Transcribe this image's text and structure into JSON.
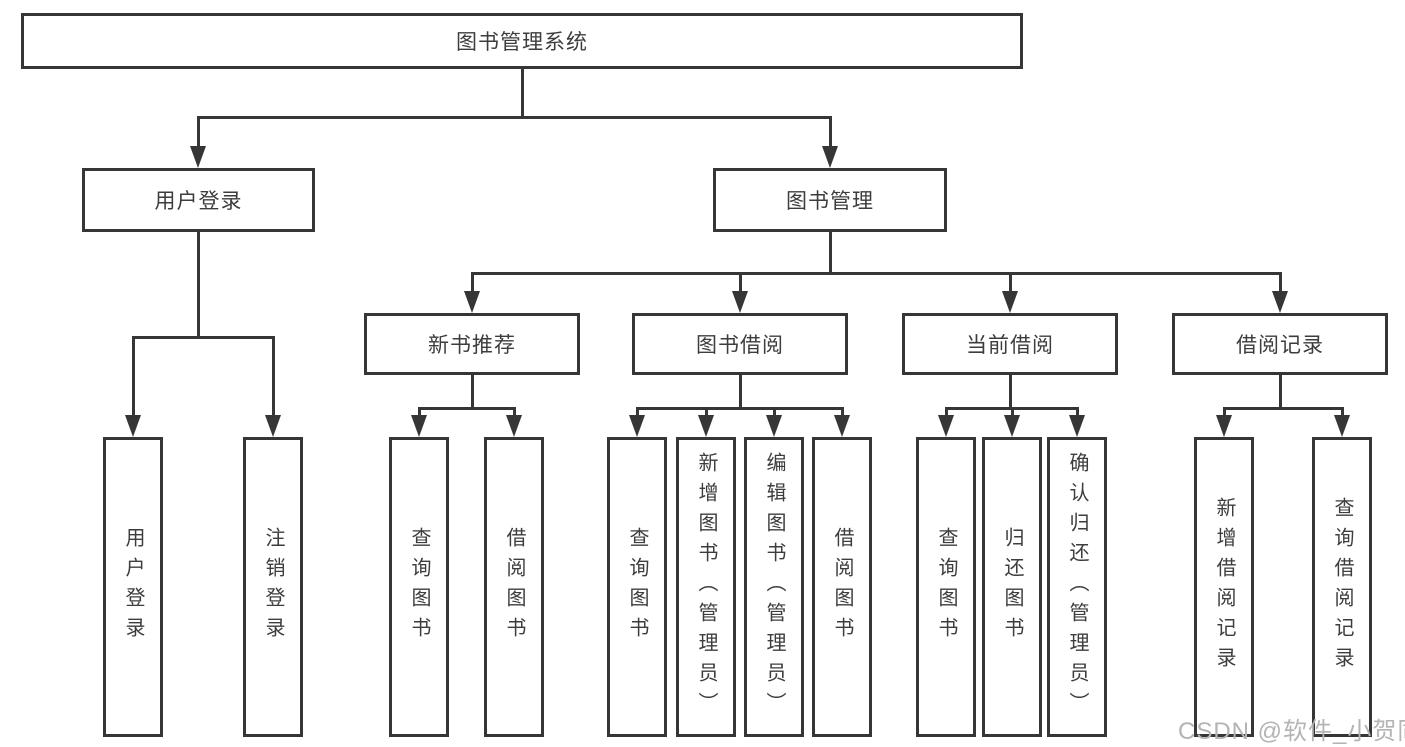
{
  "diagram": {
    "root": {
      "label": "图书管理系统"
    },
    "branches": [
      {
        "label": "用户登录",
        "children": [
          {
            "label": "用户登录"
          },
          {
            "label": "注销登录"
          }
        ]
      },
      {
        "label": "图书管理",
        "children": [
          {
            "label": "新书推荐",
            "children": [
              {
                "label": "查询图书"
              },
              {
                "label": "借阅图书"
              }
            ]
          },
          {
            "label": "图书借阅",
            "children": [
              {
                "label": "查询图书"
              },
              {
                "label": "新增图书（管理员）"
              },
              {
                "label": "编辑图书（管理员）"
              },
              {
                "label": "借阅图书"
              }
            ]
          },
          {
            "label": "当前借阅",
            "children": [
              {
                "label": "查询图书"
              },
              {
                "label": "归还图书"
              },
              {
                "label": "确认归还（管理员）"
              }
            ]
          },
          {
            "label": "借阅记录",
            "children": [
              {
                "label": "新增借阅记录"
              },
              {
                "label": "查询借阅记录"
              }
            ]
          }
        ]
      }
    ]
  },
  "watermark": {
    "text": "CSDN @软件_小贺同学"
  },
  "colors": {
    "line": "#363636",
    "text": "#3d3d3d",
    "watermark": "#b4b4b4",
    "background": "#ffffff"
  }
}
